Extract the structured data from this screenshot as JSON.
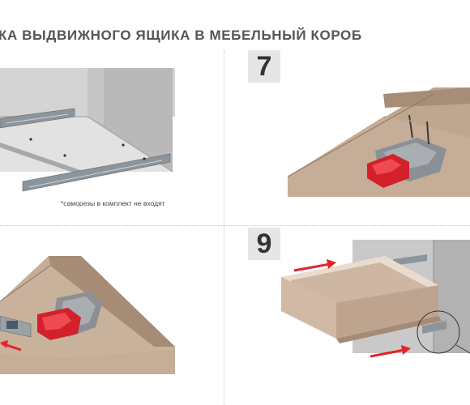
{
  "document": {
    "title": "КА ВЫДВИЖНОГО ЯЩИКА В МЕБЕЛЬНЫЙ КОРОБ",
    "note": "*саморезы в комплект не входят",
    "steps": [
      {
        "number": "7"
      },
      {
        "number": "9"
      }
    ]
  },
  "colors": {
    "title_text": "#555555",
    "step_badge_bg": "#e6e6e6",
    "wood": "#b9a08a",
    "cabinet_gray": "#c9c9c9",
    "clip_red": "#d3202a",
    "arrow_red": "#e1252c"
  }
}
